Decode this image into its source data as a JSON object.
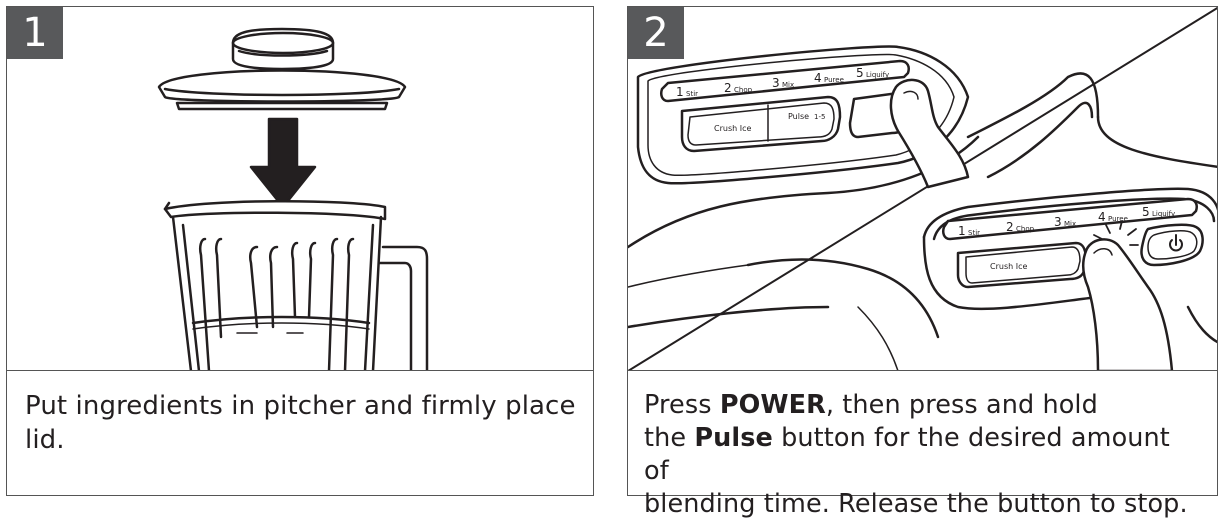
{
  "steps": [
    {
      "number": "1",
      "caption": "Put ingredients in pitcher and firmly place lid."
    },
    {
      "number": "2",
      "caption_parts": {
        "a": "Press ",
        "b": "POWER",
        "c": ", then press and hold",
        "d": "the ",
        "e": "Pulse",
        "f": " button for the desired amount of",
        "g": "blending time. Release the button to stop."
      },
      "panel_labels": {
        "b1": "1",
        "b1s": "Stir",
        "b2": "2",
        "b2s": "Chop",
        "b3": "3",
        "b3s": "Mix",
        "b4": "4",
        "b4s": "Puree",
        "b5": "5",
        "b5s": "Liquify",
        "crush": "Crush Ice",
        "pulse": "Pulse",
        "pulse_s": "1-5",
        "power": "⏻"
      }
    }
  ]
}
